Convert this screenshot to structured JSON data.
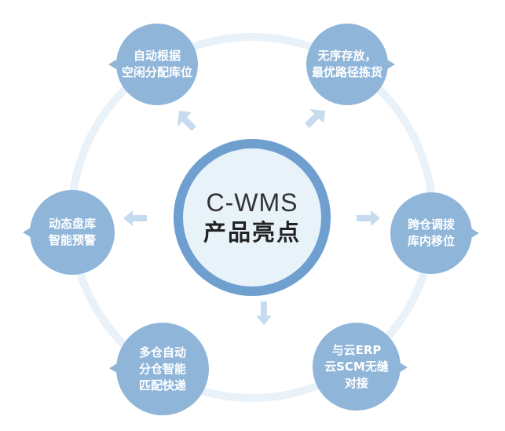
{
  "center": {
    "title": "C-WMS",
    "subtitle": "产品亮点"
  },
  "features": [
    {
      "id": "auto-location",
      "lines": [
        "自动根据",
        "空闲分配库位"
      ]
    },
    {
      "id": "unordered-storage",
      "lines": [
        "无序存放，",
        "最优路径拣货"
      ]
    },
    {
      "id": "cross-warehouse-transfer",
      "lines": [
        "跨仓调拨",
        "库内移位"
      ]
    },
    {
      "id": "cloud-erp-scm",
      "lines": [
        "与云ERP",
        "云SCM无缝",
        "对接"
      ]
    },
    {
      "id": "multi-warehouse",
      "lines": [
        "多仓自动",
        "分仓智能",
        "匹配快递"
      ]
    },
    {
      "id": "dynamic-inventory",
      "lines": [
        "动态盘库",
        "智能预警"
      ]
    }
  ],
  "colors": {
    "node_fill": "#8fb5d9",
    "center_ring": "#6f9fcf",
    "center_fill": "#e8f2f9",
    "orbit_ring": "#e9f2f9",
    "arrow": "#c6dcee",
    "text_light": "#ffffff",
    "text_dark": "#222222"
  }
}
